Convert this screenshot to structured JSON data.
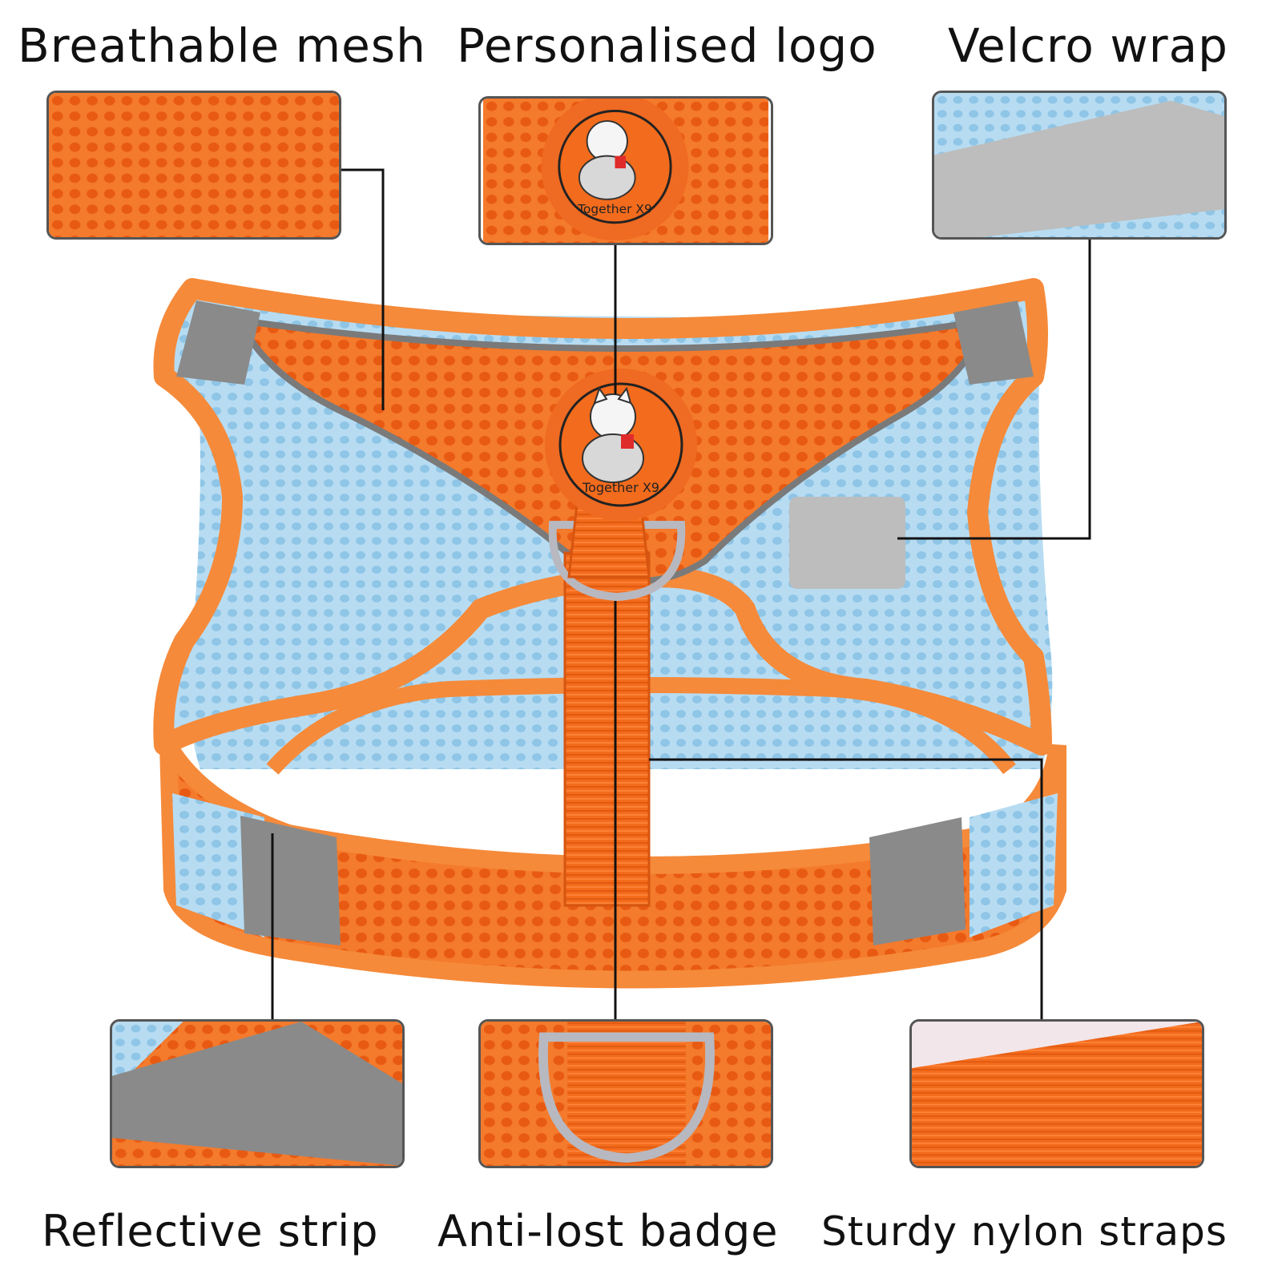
{
  "labels": {
    "breathable_mesh": "Breathable mesh",
    "personalised_logo": "Personalised logo",
    "velcro_wrap": "Velcro wrap",
    "reflective_strip": "Reflective strip",
    "anti_lost_badge": "Anti-lost badge",
    "sturdy_nylon_straps": "Sturdy nylon straps"
  },
  "badge": {
    "brand_text": "Together X9"
  },
  "colors": {
    "harness_orange": "#f36b1c",
    "trim_orange": "#f58a3a",
    "light_blue_mesh": "#a9d4ee",
    "reflective_grey": "#8a8a8a",
    "velcro_grey": "#b9b9b9",
    "metal_ring": "#b8b8c0",
    "callout_line": "#111111"
  },
  "icons": [
    "cat-mascot-icon",
    "d-ring-icon"
  ]
}
